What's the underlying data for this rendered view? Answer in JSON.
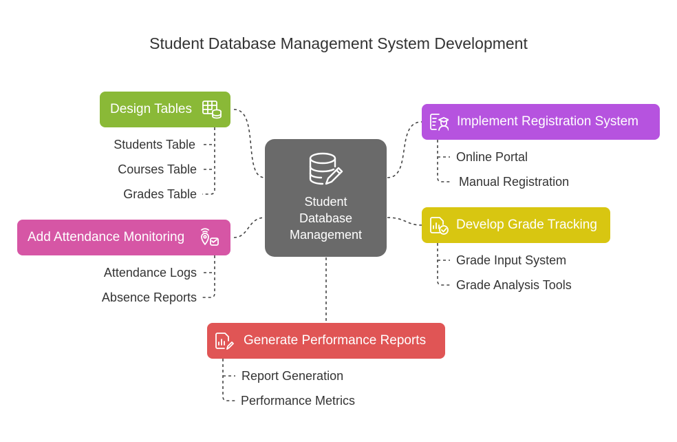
{
  "title": "Student Database Management System Development",
  "center": {
    "label": "Student\nDatabase\nManagement",
    "icon": "database-edit-icon"
  },
  "nodes": {
    "design_tables": {
      "label": "Design Tables",
      "color": "#8ab937",
      "icon": "table-database-icon",
      "items": [
        "Students Table",
        "Courses Table",
        "Grades Table"
      ]
    },
    "attendance": {
      "label": "Add Attendance Monitoring",
      "color": "#d656a5",
      "icon": "location-tracking-icon",
      "items": [
        "Attendance Logs",
        "Absence Reports"
      ]
    },
    "registration": {
      "label": "Implement Registration System",
      "color": "#b653df",
      "icon": "student-registration-icon",
      "items": [
        "Online Portal",
        "Manual Registration"
      ]
    },
    "grade_tracking": {
      "label": "Develop Grade Tracking",
      "color": "#d8c611",
      "icon": "report-check-icon",
      "items": [
        "Grade Input System",
        "Grade Analysis Tools"
      ]
    },
    "performance": {
      "label": "Generate Performance Reports",
      "color": "#e05555",
      "icon": "chart-report-icon",
      "items": [
        "Report Generation",
        "Performance Metrics"
      ]
    }
  }
}
